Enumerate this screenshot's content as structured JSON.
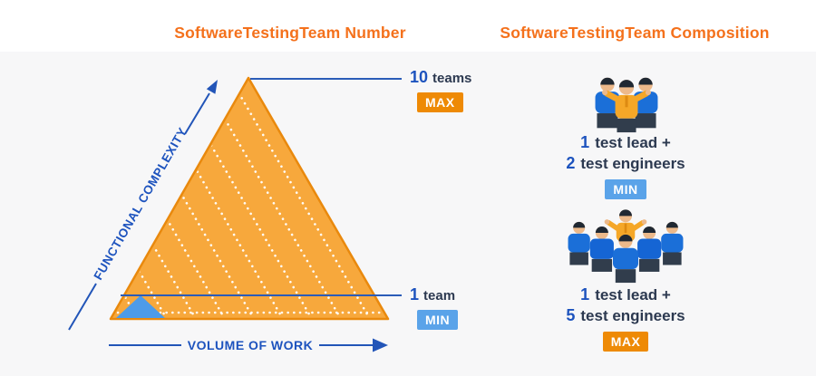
{
  "titles": {
    "left": "SoftwareTestingTeam Number",
    "right": "SoftwareTestingTeam Composition"
  },
  "triangle_diagram": {
    "y_axis_label": "FUNCTIONAL COMPLEXITY",
    "x_axis_label": "VOLUME OF WORK",
    "max": {
      "value": "10",
      "unit": "teams",
      "badge": "MAX"
    },
    "min": {
      "value": "1",
      "unit": "team",
      "badge": "MIN"
    }
  },
  "team_composition": {
    "min_team": {
      "lead_count": "1",
      "lead_label": "test lead +",
      "engineer_count": "2",
      "engineer_label": "test engineers",
      "badge": "MIN"
    },
    "max_team": {
      "lead_count": "1",
      "lead_label": "test lead +",
      "engineer_count": "5",
      "engineer_label": "test engineers",
      "badge": "MAX"
    }
  },
  "colors": {
    "title_orange": "#F4711C",
    "triangle_fill": "#F7A83C",
    "triangle_border": "#E9890D",
    "axis_text_blue": "#1D53BE",
    "leader_line_blue": "#2B5CB8",
    "dark_text": "#2C3950",
    "min_badge_bg": "#5AA3E9",
    "max_badge_bg": "#EE8A05",
    "small_triangle_blue": "#4D9BE8",
    "panel_bg": "#F7F7F8",
    "person_shirt_blue": "#1B6FD8",
    "person_shirt_orange": "#F5A728"
  }
}
